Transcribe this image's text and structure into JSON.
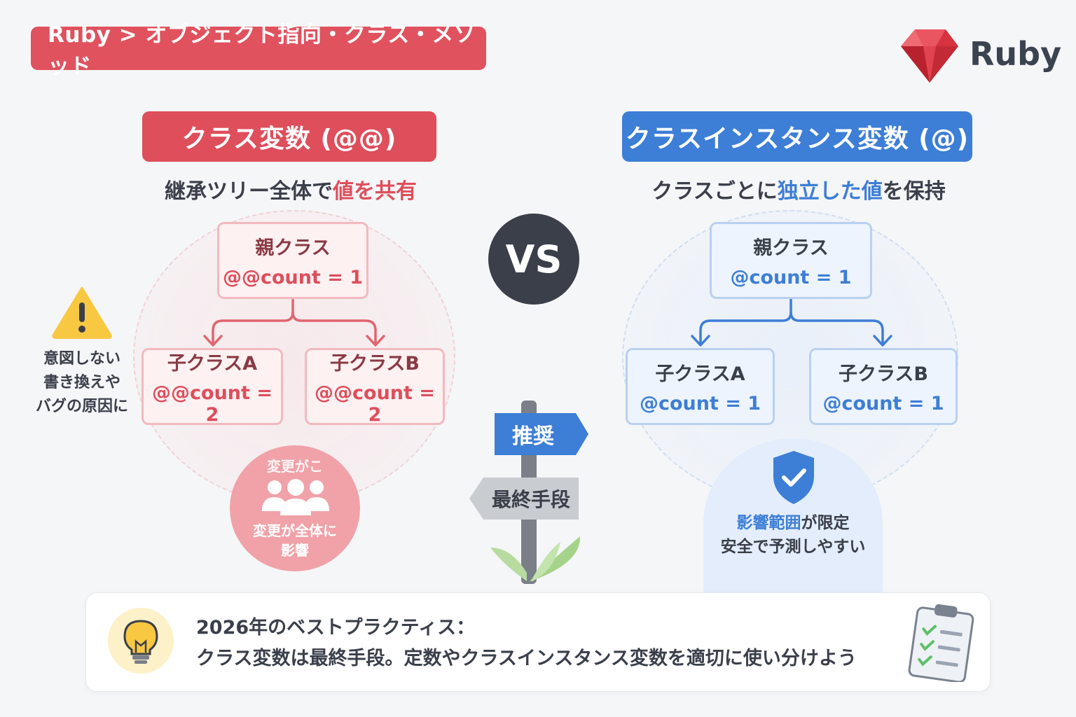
{
  "breadcrumb": "Ruby > オブジェクト指向・クラス・メソッド",
  "logo": {
    "text": "Ruby",
    "icon": "ruby-gem-icon",
    "color": "#d6333f"
  },
  "left": {
    "title": "クラス変数 (@@)",
    "subtitle_pre": "継承ツリー全体で",
    "subtitle_highlight": "値を共有",
    "color": "#de4e5b",
    "parent": {
      "name": "親クラス",
      "value": "@@count = 1"
    },
    "child_a": {
      "name": "子クラスA",
      "value": "@@count = 2"
    },
    "child_b": {
      "name": "子クラスB",
      "value": "@@count = 2"
    },
    "warning": {
      "icon": "warning-icon",
      "line1": "意図しない",
      "line2": "書き換えや",
      "line3": "バグの原因に"
    },
    "impact": {
      "top_text": "変更がこ",
      "icon": "people-icon",
      "line1": "変更が全体に",
      "line2": "影響"
    }
  },
  "vs": "VS",
  "right": {
    "title": "クラスインスタンス変数 (@)",
    "subtitle_pre": "クラスごとに",
    "subtitle_highlight": "独立した値",
    "subtitle_post": "を保持",
    "color": "#3d7ed6",
    "parent": {
      "name": "親クラス",
      "value": "@count = 1"
    },
    "child_a": {
      "name": "子クラスA",
      "value": "@count = 1"
    },
    "child_b": {
      "name": "子クラスB",
      "value": "@count = 1"
    },
    "safe": {
      "icon": "shield-check-icon",
      "highlight": "影響範囲",
      "line1_post": "が限定",
      "line2": "安全で予測しやすい"
    }
  },
  "signpost": {
    "recommended": "推奨",
    "last_resort": "最終手段"
  },
  "tip": {
    "icon": "lightbulb-icon",
    "title": "2026年のベストプラクティス：",
    "body": "クラス変数は最終手段。定数やクラスインスタンス変数を適切に使い分けよう",
    "side_icon": "checklist-clipboard-icon"
  }
}
